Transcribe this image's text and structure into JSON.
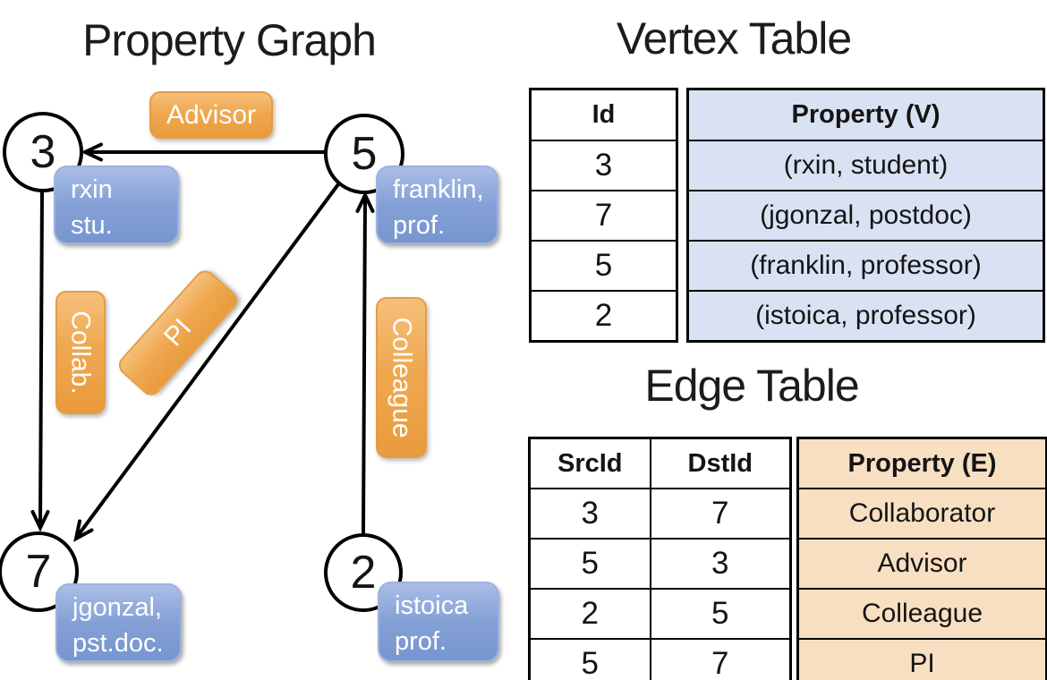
{
  "graph": {
    "title": "Property Graph",
    "vertices": [
      {
        "id": "3",
        "property_line1": "rxin",
        "property_line2": "stu."
      },
      {
        "id": "5",
        "property_line1": "franklin,",
        "property_line2": "prof."
      },
      {
        "id": "7",
        "property_line1": "jgonzal,",
        "property_line2": "pst.doc."
      },
      {
        "id": "2",
        "property_line1": "istoica",
        "property_line2": "prof."
      }
    ],
    "edges": [
      {
        "label": "Advisor",
        "from": "5",
        "to": "3"
      },
      {
        "label": "Collab.",
        "from": "3",
        "to": "7"
      },
      {
        "label": "PI",
        "from": "5",
        "to": "7"
      },
      {
        "label": "Colleague",
        "from": "2",
        "to": "5"
      }
    ]
  },
  "vertex_table": {
    "title": "Vertex Table",
    "columns": [
      "Id",
      "Property (V)"
    ],
    "rows": [
      [
        "3",
        "(rxin, student)"
      ],
      [
        "7",
        "(jgonzal, postdoc)"
      ],
      [
        "5",
        "(franklin, professor)"
      ],
      [
        "2",
        "(istoica, professor)"
      ]
    ]
  },
  "edge_table": {
    "title": "Edge Table",
    "columns": [
      "SrcId",
      "DstId",
      "Property (E)"
    ],
    "rows": [
      [
        "3",
        "7",
        "Collaborator"
      ],
      [
        "5",
        "3",
        "Advisor"
      ],
      [
        "2",
        "5",
        "Colleague"
      ],
      [
        "5",
        "7",
        "PI"
      ]
    ]
  },
  "colors": {
    "edge_label_orange": "#EFA850",
    "vertex_label_blue": "#7F9CD4",
    "vertex_property_fill": "#D9E2F3",
    "edge_property_fill": "#F8DFC2",
    "line_black": "#000000"
  }
}
